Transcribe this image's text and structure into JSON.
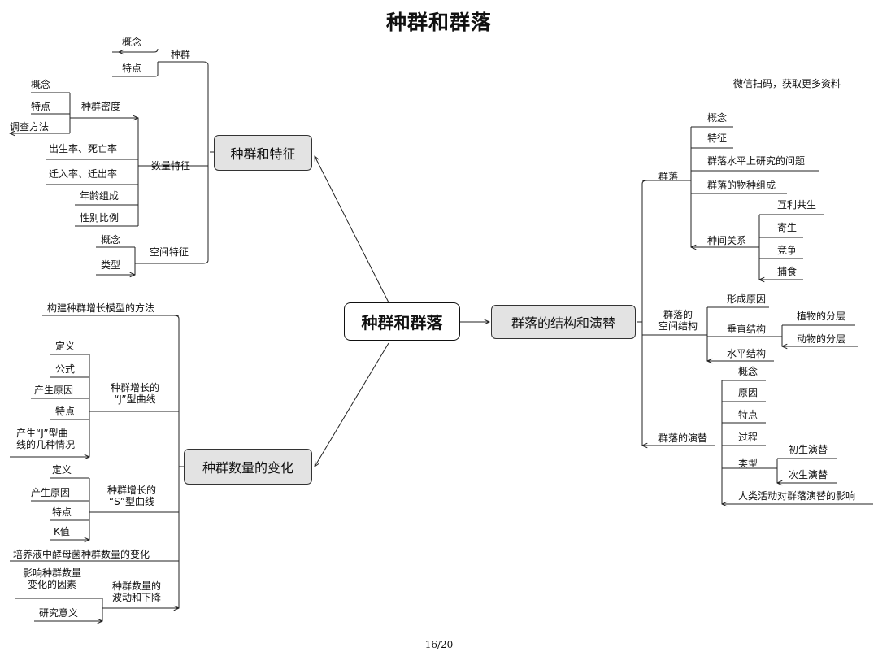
{
  "title": "种群和群落",
  "qr_note": "微信扫码，获取更多资料",
  "page_number": "16/20",
  "center": {
    "label": "种群和群落"
  },
  "branches": {
    "traits": {
      "label": "种群和特征",
      "zhongqun": {
        "label": "种群",
        "items": [
          "概念",
          "特点"
        ]
      },
      "quantity": {
        "label": "数量特征",
        "density": {
          "label": "种群密度",
          "items": [
            "概念",
            "特点",
            "调查方法"
          ]
        },
        "items": [
          "出生率、死亡率",
          "迁入率、迁出率",
          "年龄组成",
          "性别比例"
        ]
      },
      "spatial": {
        "label": "空间特征",
        "items": [
          "概念",
          "类型"
        ]
      }
    },
    "change": {
      "label": "种群数量的变化",
      "method": "构建种群增长模型的方法",
      "j_curve": {
        "label_1": "种群增长的",
        "label_2": "“J”型曲线",
        "items": [
          "定义",
          "公式",
          "产生原因",
          "特点"
        ],
        "last_1": "产生“J”型曲",
        "last_2": "线的几种情况"
      },
      "s_curve": {
        "label_1": "种群增长的",
        "label_2": "“S”型曲线",
        "items": [
          "定义",
          "产生原因",
          "特点",
          "K值"
        ]
      },
      "yeast": "培养液中酵母菌种群数量的变化",
      "fluctuation": {
        "label_1": "种群数量的",
        "label_2": "波动和下降",
        "factor_1": "影响种群数量",
        "factor_2": "变化的因素",
        "significance": "研究意义"
      }
    },
    "structure": {
      "label": "群落的结构和演替",
      "community": {
        "label": "群落",
        "items": [
          "概念",
          "特征",
          "群落水平上研究的问题",
          "群落的物种组成"
        ],
        "interspecies": {
          "label": "种间关系",
          "items": [
            "互利共生",
            "寄生",
            "竞争",
            "捕食"
          ]
        }
      },
      "spatial_structure": {
        "label_1": "群落的",
        "label_2": "空间结构",
        "formation": "形成原因",
        "vertical": {
          "label": "垂直结构",
          "items": [
            "植物的分层",
            "动物的分层"
          ]
        },
        "horizontal": "水平结构"
      },
      "succession": {
        "label": "群落的演替",
        "items": [
          "概念",
          "原因",
          "特点",
          "过程"
        ],
        "types": {
          "label": "类型",
          "items": [
            "初生演替",
            "次生演替"
          ]
        },
        "human": "人类活动对群落演替的影响"
      }
    }
  }
}
